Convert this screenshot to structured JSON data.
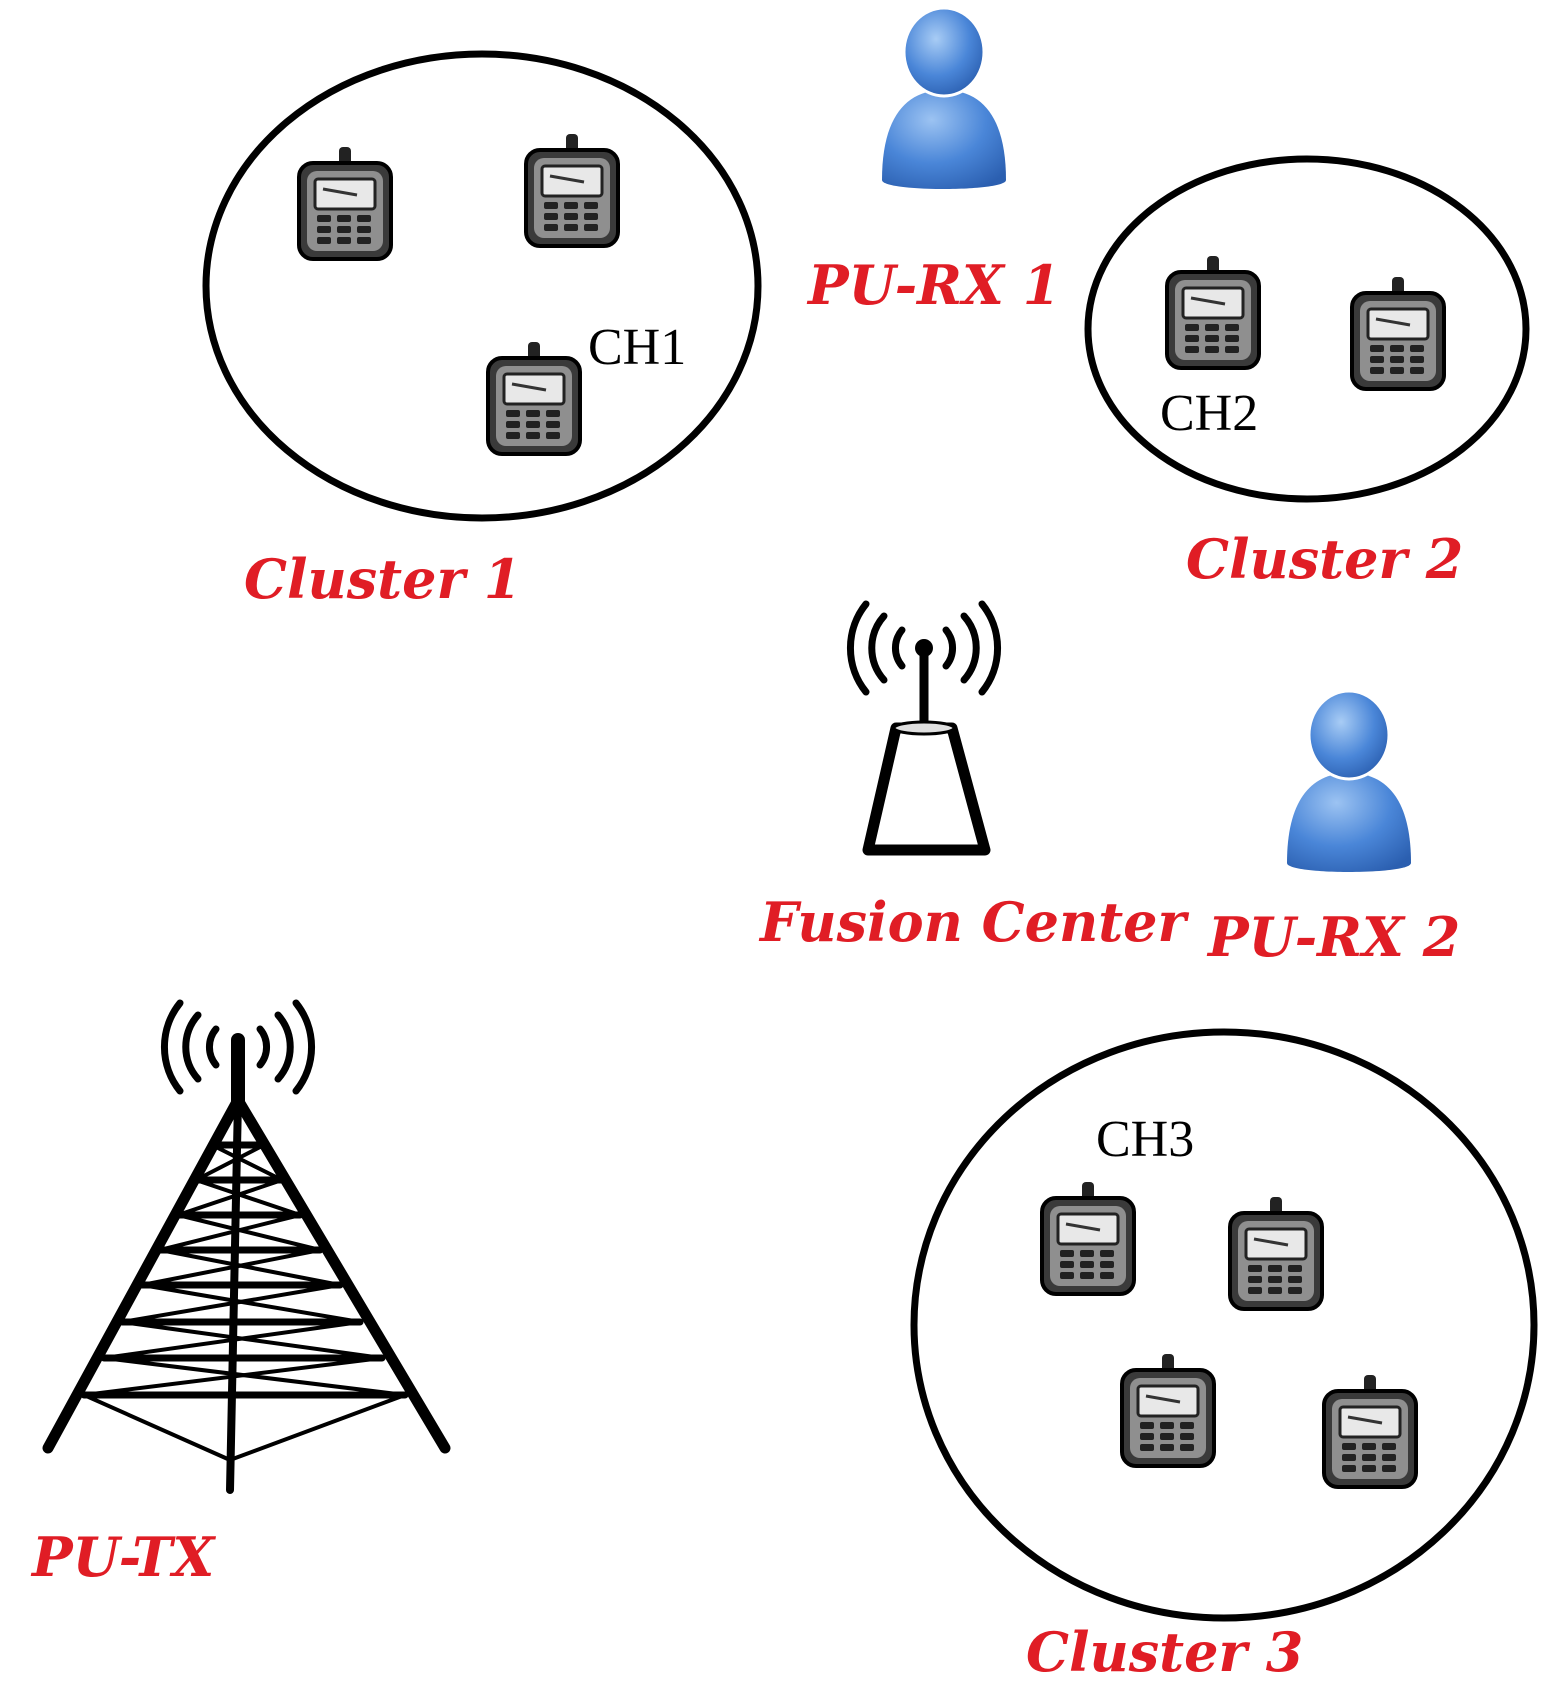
{
  "labels": {
    "pu_rx_1": "PU-RX 1",
    "pu_rx_2": "PU-RX 2",
    "pu_tx": "PU-TX",
    "fusion_center": "Fusion Center",
    "cluster_1": "Cluster 1",
    "cluster_2": "Cluster 2",
    "cluster_3": "Cluster 3",
    "ch1": "CH1",
    "ch2": "CH2",
    "ch3": "CH3"
  },
  "colors": {
    "label_red": "#e01d25",
    "user_blue": "#4a86d8",
    "outline": "#000000"
  },
  "icons": {
    "secondary_user": "mobile-phone-icon",
    "primary_receiver": "person-icon",
    "fusion_center": "antenna-base-station-icon",
    "primary_transmitter": "transmission-tower-icon"
  }
}
